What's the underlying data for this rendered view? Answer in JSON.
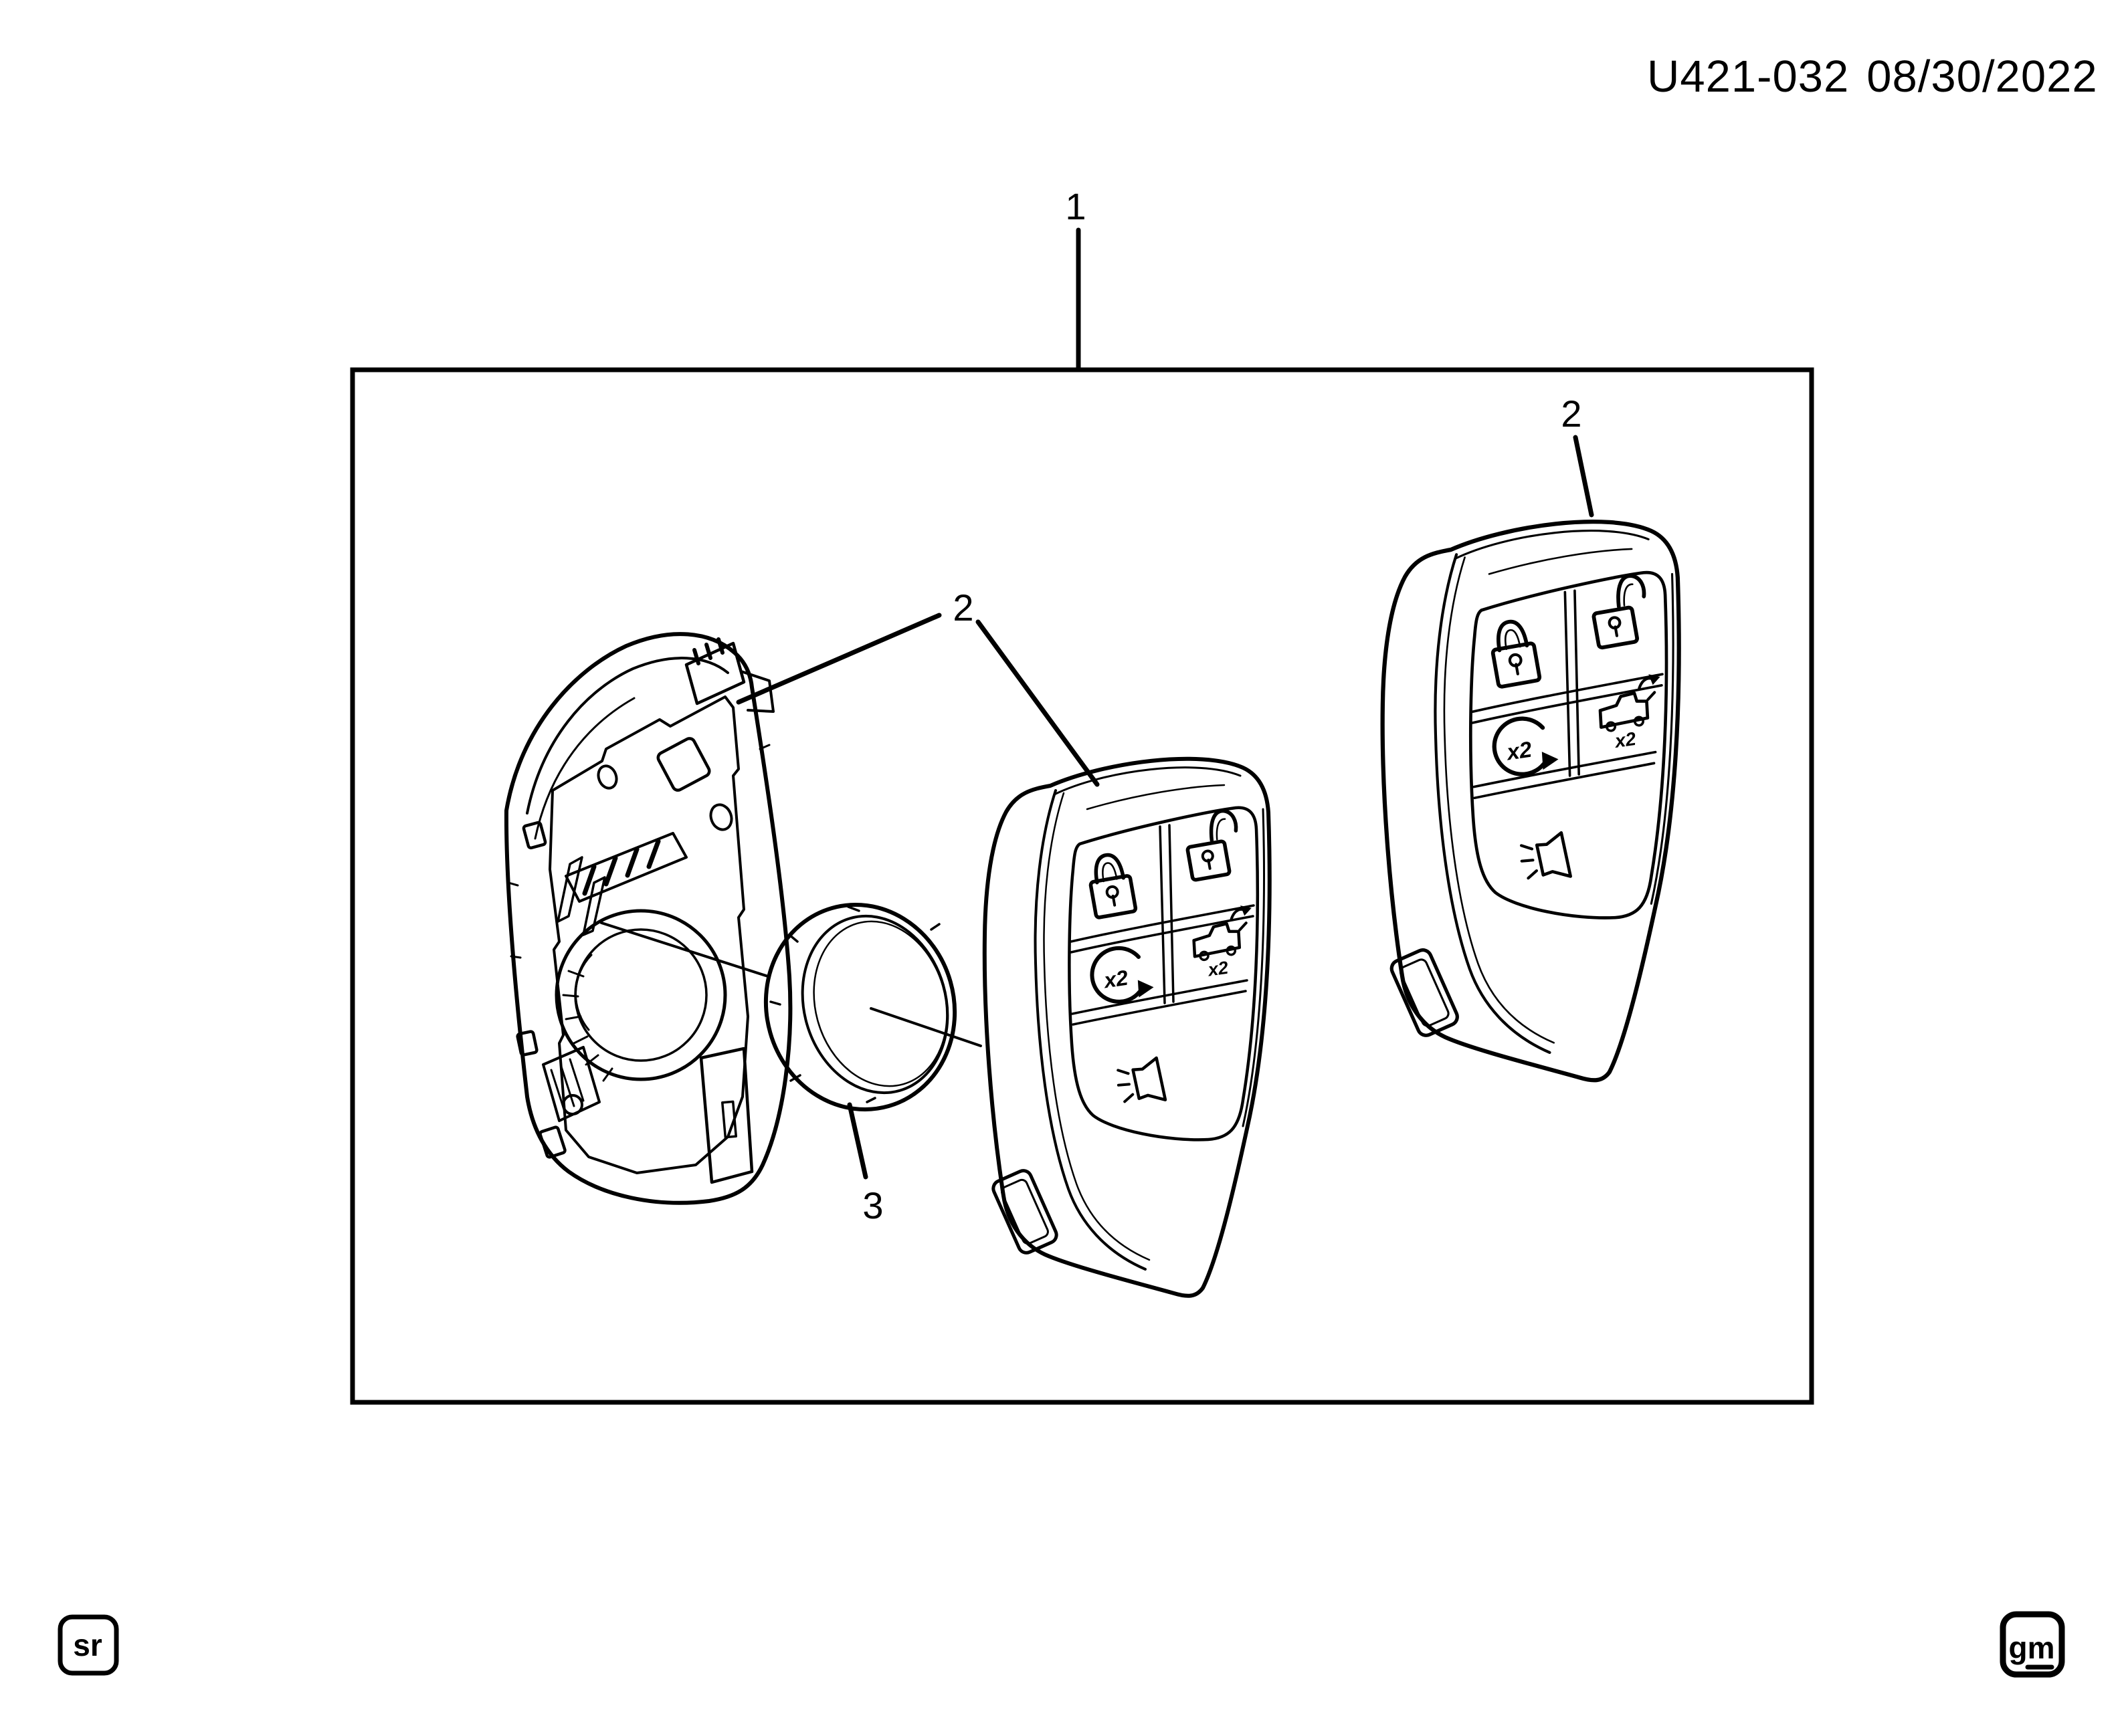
{
  "page": {
    "background_color": "#ffffff",
    "line_color": "#000000"
  },
  "header": {
    "figure_id": "U421-032",
    "date": "08/30/2022"
  },
  "callouts": {
    "kit": "1",
    "transmitter": "2",
    "transmitter_second": "2",
    "battery": "3"
  },
  "fob_icons": {
    "lock_icon": "padlock-closed",
    "unlock_icon": "padlock-open",
    "remote_start_icon": "circular-arrow",
    "remote_start_label": "x2",
    "tailgate_icon": "truck-tailgate-arrow",
    "tailgate_label": "x2",
    "panic_icon": "horn-sound-waves"
  },
  "badges": {
    "left": "sr",
    "right": "gm"
  }
}
